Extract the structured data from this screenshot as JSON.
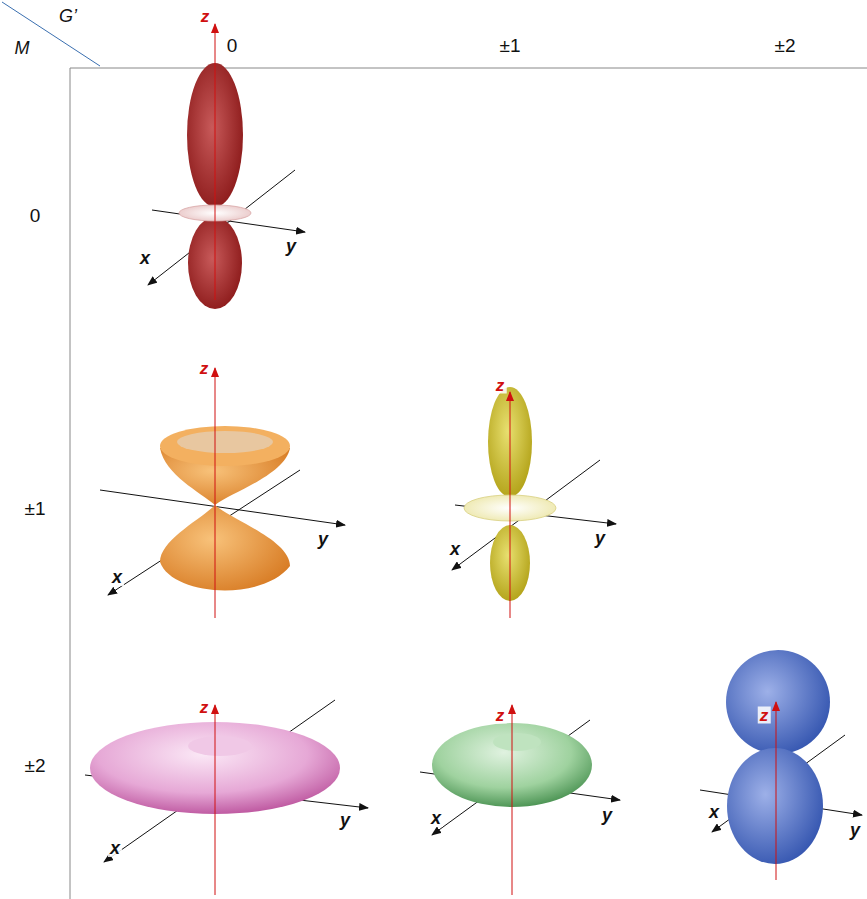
{
  "diagram": {
    "labels": [
      "G’",
      "M",
      "0",
      "±1",
      "±2",
      "0",
      "±1",
      "±2",
      "z",
      "x",
      "y",
      "z",
      "x",
      "y",
      "z",
      "x",
      "y",
      "z",
      "x",
      "y",
      "z",
      "x",
      "y",
      "z",
      "x",
      "y"
    ]
  }
}
